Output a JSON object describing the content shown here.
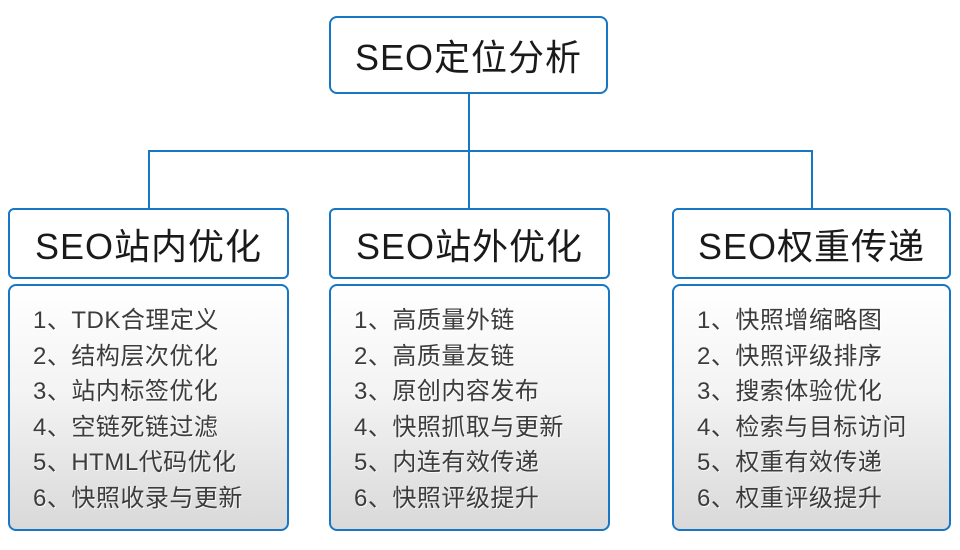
{
  "colors": {
    "accent": "#1777c4",
    "heading_text": "#1a1a1a",
    "item_text": "#3c3c3c",
    "panel_top": "#ffffff",
    "panel_bottom": "#d9d9d9"
  },
  "root": {
    "title": "SEO定位分析"
  },
  "columns": [
    {
      "title": "SEO站内优化",
      "items": [
        "1、TDK合理定义",
        "2、结构层次优化",
        "3、站内标签优化",
        "4、空链死链过滤",
        "5、HTML代码优化",
        "6、快照收录与更新"
      ]
    },
    {
      "title": "SEO站外优化",
      "items": [
        "1、高质量外链",
        "2、高质量友链",
        "3、原创内容发布",
        "4、快照抓取与更新",
        "5、内连有效传递",
        "6、快照评级提升"
      ]
    },
    {
      "title": "SEO权重传递",
      "items": [
        "1、快照增缩略图",
        "2、快照评级排序",
        "3、搜索体验优化",
        "4、检索与目标访问",
        "5、权重有效传递",
        "6、权重评级提升"
      ]
    }
  ]
}
